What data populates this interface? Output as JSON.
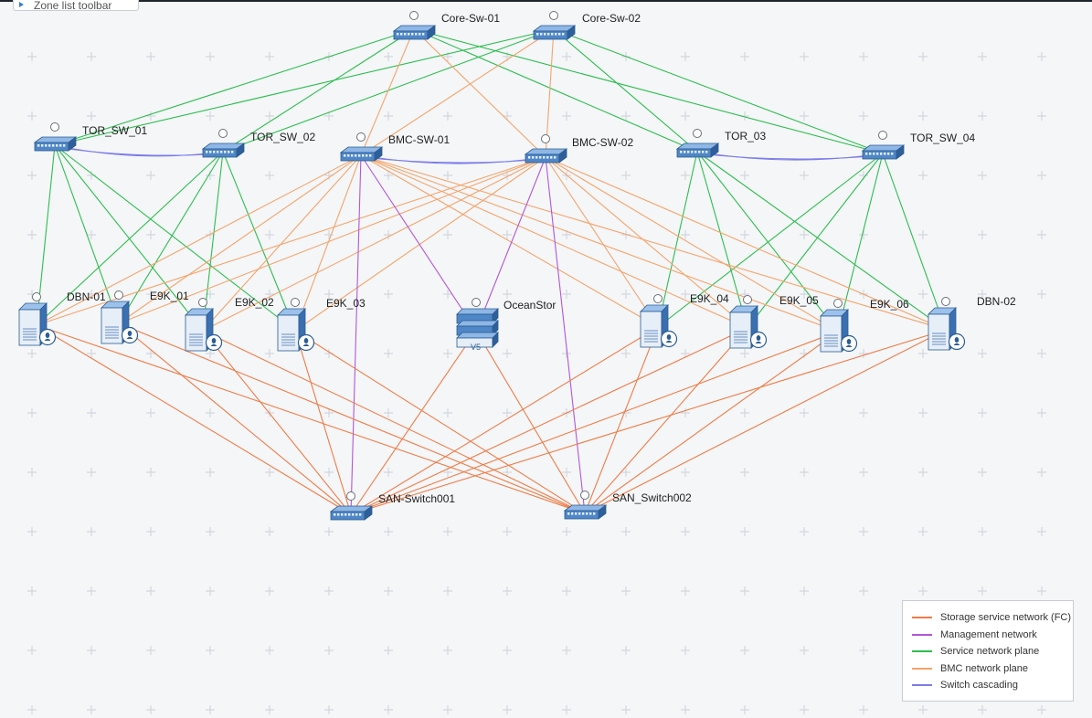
{
  "toolbar": {
    "button_label": "Zone list toolbar"
  },
  "colors": {
    "storage_fc": "#ef7b45",
    "management": "#b455d8",
    "service": "#2dbd4e",
    "bmc": "#f4a46a",
    "cascade": "#7c7ce6"
  },
  "legend": [
    {
      "label": "Storage service network (FC)",
      "type": "storage_fc"
    },
    {
      "label": "Management network",
      "type": "management"
    },
    {
      "label": "Service network plane",
      "type": "service"
    },
    {
      "label": "BMC network plane",
      "type": "bmc"
    },
    {
      "label": "Switch cascading",
      "type": "cascade"
    }
  ],
  "nodes": [
    {
      "id": "core1",
      "label": "Core-Sw-01",
      "kind": "switch"
    },
    {
      "id": "core2",
      "label": "Core-Sw-02",
      "kind": "switch"
    },
    {
      "id": "tor1",
      "label": "TOR_SW_01",
      "kind": "switch"
    },
    {
      "id": "tor2",
      "label": "TOR_SW_02",
      "kind": "switch"
    },
    {
      "id": "bmc1",
      "label": "BMC-SW-01",
      "kind": "switch"
    },
    {
      "id": "bmc2",
      "label": "BMC-SW-02",
      "kind": "switch"
    },
    {
      "id": "tor3",
      "label": "TOR_03",
      "kind": "switch"
    },
    {
      "id": "tor4",
      "label": "TOR_SW_04",
      "kind": "switch"
    },
    {
      "id": "dbn1",
      "label": "DBN-01",
      "kind": "server"
    },
    {
      "id": "e9k1",
      "label": "E9K_01",
      "kind": "server"
    },
    {
      "id": "e9k2",
      "label": "E9K_02",
      "kind": "server"
    },
    {
      "id": "e9k3",
      "label": "E9K_03",
      "kind": "server"
    },
    {
      "id": "ocean",
      "label": "OceanStor",
      "kind": "storage",
      "badge": "V5"
    },
    {
      "id": "e9k4",
      "label": "E9K_04",
      "kind": "server"
    },
    {
      "id": "e9k5",
      "label": "E9K_05",
      "kind": "server"
    },
    {
      "id": "e9k6",
      "label": "E9K_06",
      "kind": "server"
    },
    {
      "id": "dbn2",
      "label": "DBN-02",
      "kind": "server"
    },
    {
      "id": "san1",
      "label": "SAN-Switch001",
      "kind": "switch"
    },
    {
      "id": "san2",
      "label": "SAN_Switch002",
      "kind": "switch"
    }
  ]
}
